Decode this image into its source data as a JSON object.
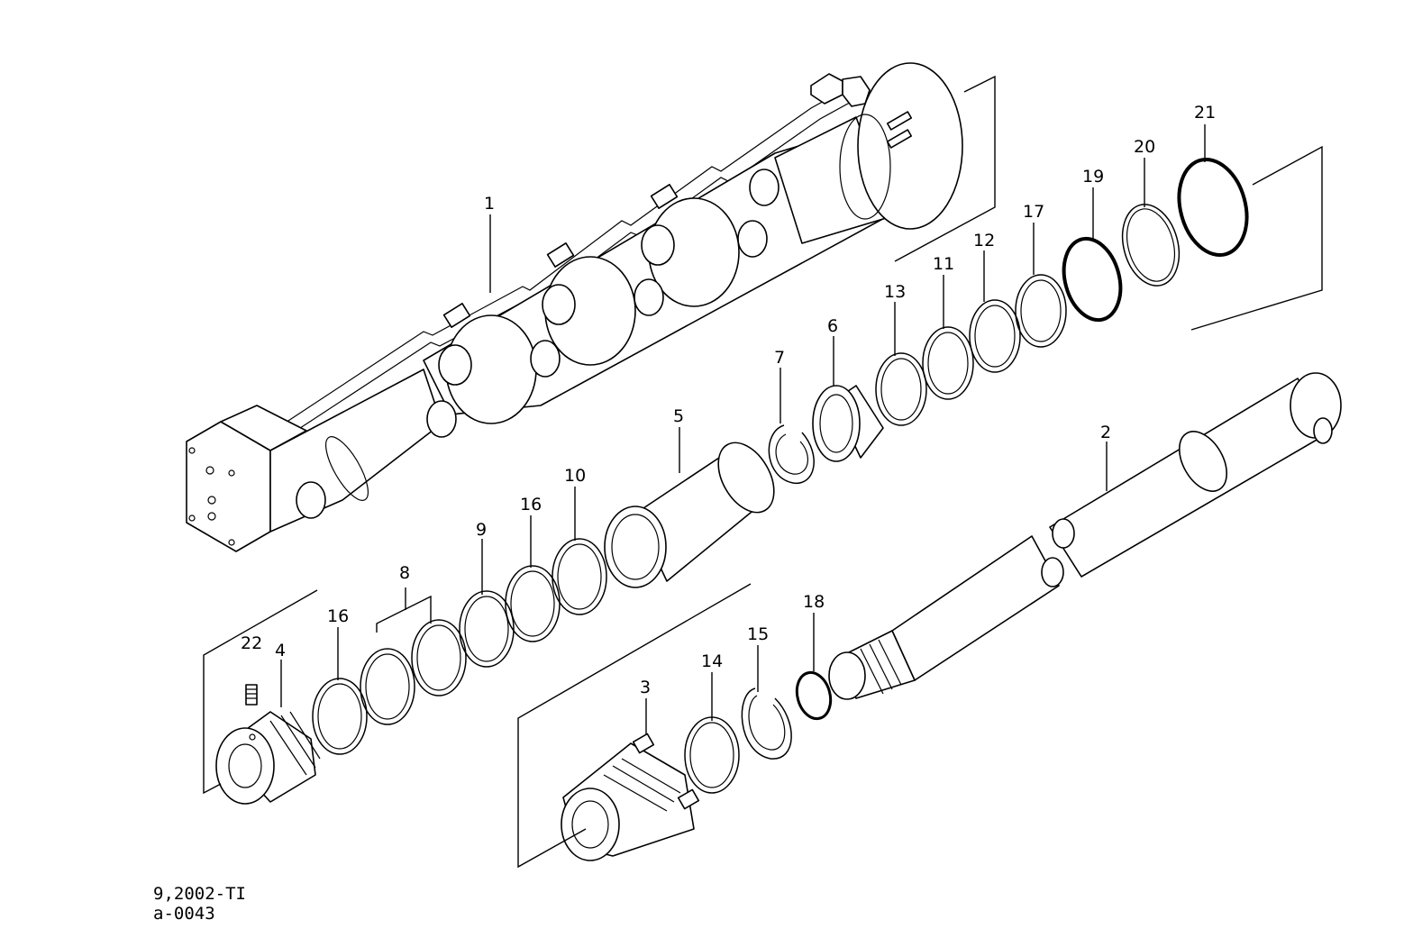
{
  "callouts": {
    "c1": "1",
    "c2": "2",
    "c3": "3",
    "c4": "4",
    "c5": "5",
    "c6": "6",
    "c7": "7",
    "c8": "8",
    "c9": "9",
    "c10": "10",
    "c11": "11",
    "c12": "12",
    "c13": "13",
    "c14": "14",
    "c15": "15",
    "c16a": "16",
    "c16b": "16",
    "c17": "17",
    "c18": "18",
    "c19": "19",
    "c20": "20",
    "c21": "21",
    "c22": "22"
  },
  "footer": {
    "line1": "9,2002-TI",
    "line2": "a-0043"
  }
}
